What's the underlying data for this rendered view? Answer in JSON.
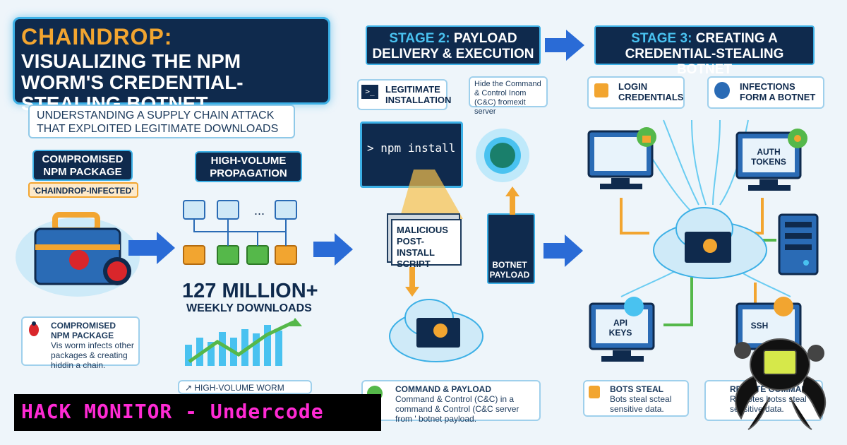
{
  "title": {
    "line1": "CHAINDROP:",
    "line2": "VISUALIZING THE NPM WORM'S CREDENTIAL-STEALING BOTNET"
  },
  "subtitle": "UNDERSTANDING A SUPPLY CHAIN ATTACK THAT EXPLOITED LEGITIMATE DOWNLOADS",
  "stage1": {
    "package_label": "COMPROMISED NPM PACKAGE",
    "infected_tag": "'CHAINDROP-INFECTED'",
    "propagation_label": "HIGH-VOLUME PROPAGATION",
    "downloads_number": "127 MILLION+",
    "downloads_label": "WEEKLY DOWNLOADS",
    "note": {
      "title": "COMPROMISED NPM PACKAGE",
      "body": "Vis worm infects other packages & creating hiddin a chain."
    },
    "footer_note": "HIGH-VOLUME WORM"
  },
  "stage2": {
    "label_num": "STAGE 2:",
    "label_text": "PAYLOAD DELIVERY & EXECUTION",
    "legit_install": "LEGITIMATE INSTALLATION",
    "cc_note": "Hide the Command & Control Inom (C&C) fromexit server",
    "terminal_cmd": "> npm install",
    "script_label": "MALICIOUS POST-INSTALL SCRIPT",
    "payload_label": "BOTNET PAYLOAD",
    "note": {
      "title": "COMMAND & PAYLOAD",
      "body": "Command & Control (C&C) in a command & Control (C&C server from ' botnet payload."
    }
  },
  "stage3": {
    "label_num": "STAGE 3:",
    "label_text": "CREATING A CREDENTIAL-STEALING BOTNET",
    "login": "LOGIN CREDENTIALS",
    "infections": "INFECTIONS FORM A BOTNET",
    "auth": "AUTH TOKENS",
    "api": "API KEYS",
    "ssh": "SSH",
    "note": {
      "title": "BOTS STEAL",
      "body": "Bots steal scteal sensitive data."
    },
    "note2": {
      "title": "REMOTE COMMAN",
      "body": "Remotes botss steal sensitive data."
    }
  },
  "footer": "HACK MONITOR - Undercode",
  "colors": {
    "navy": "#0f2a4d",
    "accent": "#3cb0e6",
    "orange": "#f2a530",
    "magenta": "#ff2ad4",
    "red": "#d9262b",
    "green": "#55b84a"
  }
}
